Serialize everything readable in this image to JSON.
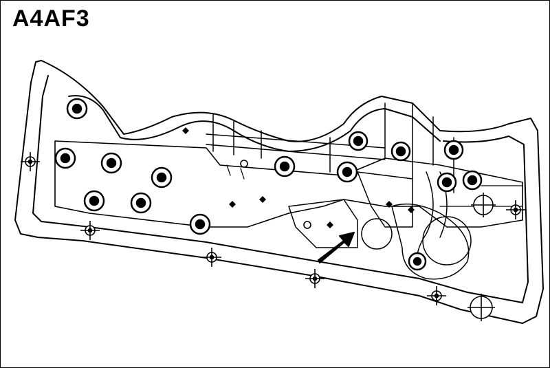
{
  "diagram": {
    "label": "A4AF3",
    "colors": {
      "line": "#000000",
      "background": "#ffffff"
    },
    "items": [
      {
        "kind": "valve-body-housing",
        "icon": "housing-outline"
      },
      {
        "kind": "bolt-pattern",
        "icon": "bolt-icon"
      },
      {
        "kind": "dowel-locator",
        "icon": "locating-pin-icon"
      },
      {
        "kind": "pointer-arrow",
        "icon": "arrow-icon"
      }
    ]
  }
}
